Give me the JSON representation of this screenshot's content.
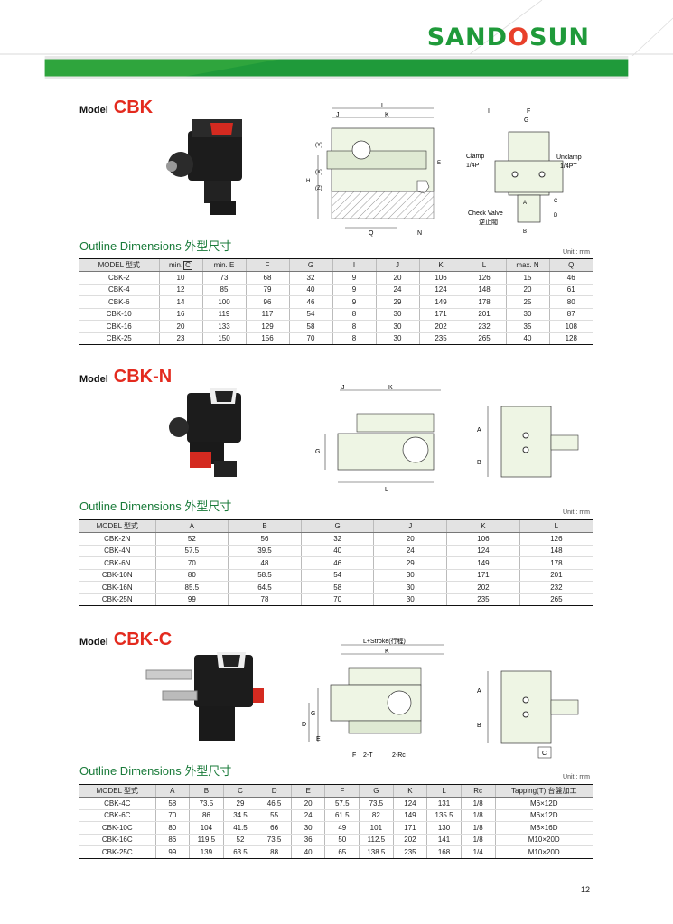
{
  "brand": {
    "logo_text_left": "SAND",
    "logo_text_o": "S",
    "logo_text_right": "UN"
  },
  "colors": {
    "green": "#1f9a3a",
    "red": "#e32a1e",
    "table_header": "#e3e3e3"
  },
  "page_number": "12",
  "sections": [
    {
      "model_prefix": "Model",
      "model_name": "CBK",
      "outline_title": "Outline Dimensions 外型尺寸",
      "unit": "Unit : mm",
      "drawing_labels": {
        "L": "L",
        "J": "J",
        "K": "K",
        "Y": "(Y)",
        "X": "(X)",
        "Z": "(Z)",
        "H": "H",
        "E": "E",
        "Q": "Q",
        "N": "N",
        "I": "I",
        "F": "F",
        "G": "G",
        "clamp": "Clamp",
        "clamp_port": "1/4PT",
        "unclamp": "Unclamp",
        "unclamp_port": "1/4PT",
        "check_valve": "Check Valve",
        "check_valve_cn": "逆止閥",
        "A": "A",
        "B": "B",
        "C": "C",
        "D": "D"
      },
      "headers": [
        "MODEL 型式",
        "min.",
        "min. E",
        "F",
        "G",
        "I",
        "J",
        "K",
        "L",
        "max. N",
        "Q"
      ],
      "header_min_box": "C",
      "rows": [
        [
          "CBK-2",
          "10",
          "73",
          "68",
          "32",
          "9",
          "20",
          "106",
          "126",
          "15",
          "46"
        ],
        [
          "CBK-4",
          "12",
          "85",
          "79",
          "40",
          "9",
          "24",
          "124",
          "148",
          "20",
          "61"
        ],
        [
          "CBK-6",
          "14",
          "100",
          "96",
          "46",
          "9",
          "29",
          "149",
          "178",
          "25",
          "80"
        ],
        [
          "CBK-10",
          "16",
          "119",
          "117",
          "54",
          "8",
          "30",
          "171",
          "201",
          "30",
          "87"
        ],
        [
          "CBK-16",
          "20",
          "133",
          "129",
          "58",
          "8",
          "30",
          "202",
          "232",
          "35",
          "108"
        ],
        [
          "CBK-25",
          "23",
          "150",
          "156",
          "70",
          "8",
          "30",
          "235",
          "265",
          "40",
          "128"
        ]
      ]
    },
    {
      "model_prefix": "Model",
      "model_name": "CBK-N",
      "outline_title": "Outline Dimensions 外型尺寸",
      "unit": "Unit : mm",
      "drawing_labels": {
        "J": "J",
        "K": "K",
        "G": "G",
        "L": "L",
        "A": "A",
        "B": "B"
      },
      "headers": [
        "MODEL 型式",
        "A",
        "B",
        "G",
        "J",
        "K",
        "L"
      ],
      "rows": [
        [
          "CBK-2N",
          "52",
          "56",
          "32",
          "20",
          "106",
          "126"
        ],
        [
          "CBK-4N",
          "57.5",
          "39.5",
          "40",
          "24",
          "124",
          "148"
        ],
        [
          "CBK-6N",
          "70",
          "48",
          "46",
          "29",
          "149",
          "178"
        ],
        [
          "CBK-10N",
          "80",
          "58.5",
          "54",
          "30",
          "171",
          "201"
        ],
        [
          "CBK-16N",
          "85.5",
          "64.5",
          "58",
          "30",
          "202",
          "232"
        ],
        [
          "CBK-25N",
          "99",
          "78",
          "70",
          "30",
          "235",
          "265"
        ]
      ]
    },
    {
      "model_prefix": "Model",
      "model_name": "CBK-C",
      "outline_title": "Outline Dimensions 外型尺寸",
      "unit": "Unit : mm",
      "drawing_labels": {
        "L_stroke": "L+Stroke(行程)",
        "K": "K",
        "G": "G",
        "D": "D",
        "E": "E",
        "F": "F",
        "two_T": "2-T",
        "two_Rc": "2-Rc",
        "A": "A",
        "B": "B",
        "C": "C"
      },
      "headers": [
        "MODEL 型式",
        "A",
        "B",
        "C",
        "D",
        "E",
        "F",
        "G",
        "K",
        "L",
        "Rc",
        "Tapping(T) 台盤加工"
      ],
      "rows": [
        [
          "CBK-4C",
          "58",
          "73.5",
          "29",
          "46.5",
          "20",
          "57.5",
          "73.5",
          "124",
          "131",
          "1/8",
          "M6×12D"
        ],
        [
          "CBK-6C",
          "70",
          "86",
          "34.5",
          "55",
          "24",
          "61.5",
          "82",
          "149",
          "135.5",
          "1/8",
          "M6×12D"
        ],
        [
          "CBK-10C",
          "80",
          "104",
          "41.5",
          "66",
          "30",
          "49",
          "101",
          "171",
          "130",
          "1/8",
          "M8×16D"
        ],
        [
          "CBK-16C",
          "86",
          "119.5",
          "52",
          "73.5",
          "36",
          "50",
          "112.5",
          "202",
          "141",
          "1/8",
          "M10×20D"
        ],
        [
          "CBK-25C",
          "99",
          "139",
          "63.5",
          "88",
          "40",
          "65",
          "138.5",
          "235",
          "168",
          "1/4",
          "M10×20D"
        ]
      ]
    }
  ]
}
